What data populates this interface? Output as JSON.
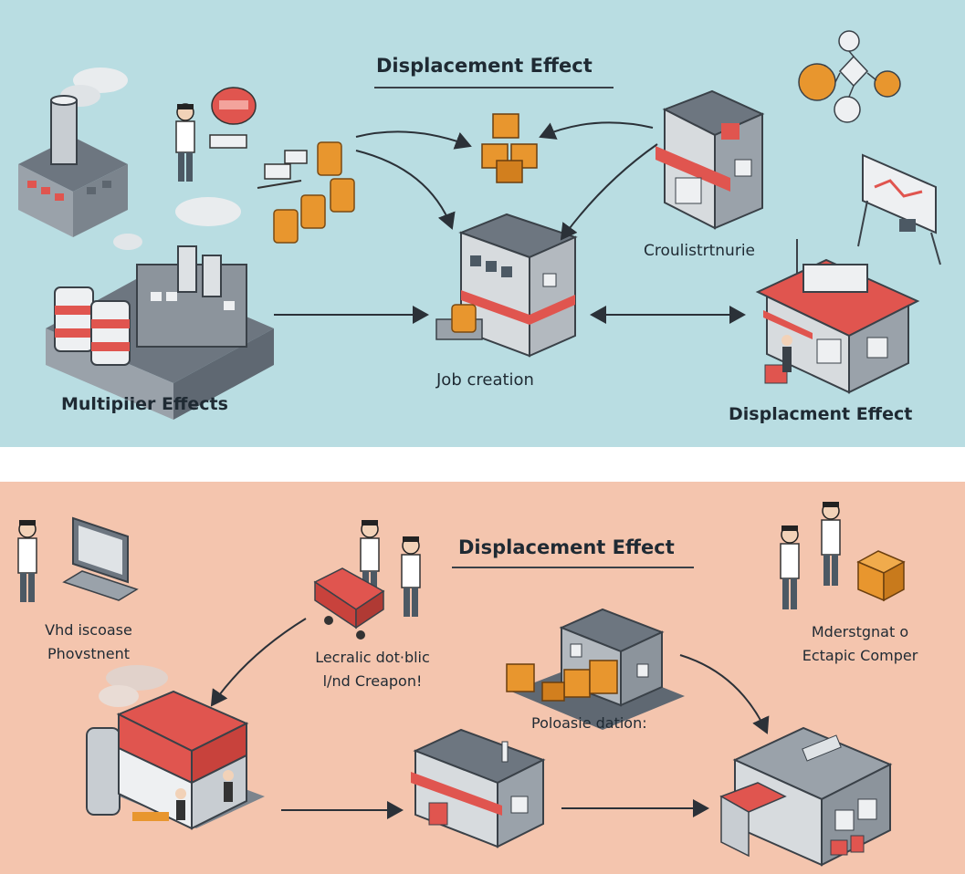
{
  "top": {
    "title": "Displacement Effect",
    "label_multiplier": "Multipiier Effects",
    "label_job": "Job creation",
    "label_construction": "Croulistrtnurie",
    "label_displacement": "Displacment Effect"
  },
  "bottom": {
    "title": "Displacement Effect",
    "label_left_line1": "Vhd iscoase",
    "label_left_line2": "Phovstnent",
    "label_mid_line1": "Lecralic dot·blic",
    "label_mid_line2": "l/nd Creapon!",
    "label_right_line1": "Mderstgnat o",
    "label_right_line2": "Ectapic Comper",
    "label_production": "Poloasie dation:"
  },
  "colors": {
    "top_bg": "#b9dde2",
    "bottom_bg": "#f4c5ae",
    "accent_red": "#e0554f",
    "accent_orange": "#e8962e",
    "building_gray": "#8c949c",
    "ink": "#1f2a33"
  },
  "icons": [
    "factory-icon",
    "worker-icon",
    "coin-stack-icon",
    "box-icon",
    "shop-icon",
    "office-building-icon",
    "computer-icon",
    "chart-board-icon",
    "warehouse-icon"
  ]
}
